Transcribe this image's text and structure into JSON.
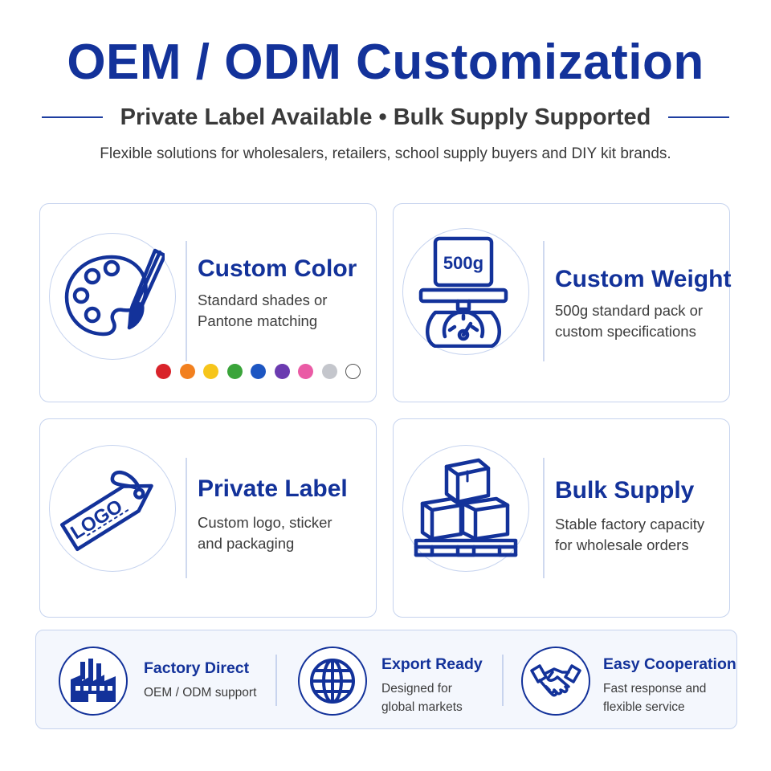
{
  "header": {
    "title": "OEM / ODM Customization",
    "subtitle": "Private Label Available • Bulk Supply Supported",
    "tagline": "Flexible solutions for wholesalers, retailers, school supply buyers and DIY kit brands."
  },
  "cards": [
    {
      "title": "Custom Color",
      "desc_line1": "Standard shades or",
      "desc_line2": "Pantone matching",
      "icon": "palette-icon",
      "swatches": [
        "#d9232a",
        "#f2801f",
        "#f6c51b",
        "#3aa43a",
        "#1d56c2",
        "#6b3bb0",
        "#ea5ba5",
        "#c4c6cc",
        "#ffffff"
      ]
    },
    {
      "title": "Custom Weight",
      "desc_line1": "500g standard pack or",
      "desc_line2": "custom specifications",
      "icon": "scale-icon",
      "scale_label": "500g"
    },
    {
      "title": "Private Label",
      "desc_line1": "Custom logo, sticker",
      "desc_line2": "and packaging",
      "icon": "tag-icon",
      "tag_label": "LOGO"
    },
    {
      "title": "Bulk Supply",
      "desc_line1": "Stable factory capacity",
      "desc_line2": "for wholesale orders",
      "icon": "boxes-pallet-icon"
    }
  ],
  "features": [
    {
      "title": "Factory Direct",
      "desc_line1": "OEM / ODM support",
      "desc_line2": "",
      "icon": "factory-icon"
    },
    {
      "title": "Export Ready",
      "desc_line1": "Designed for",
      "desc_line2": "global markets",
      "icon": "globe-icon"
    },
    {
      "title": "Easy Cooperation",
      "desc_line1": "Fast response and",
      "desc_line2": "flexible service",
      "icon": "handshake-icon"
    }
  ],
  "colors": {
    "brand": "#13329a",
    "border": "#c6d3ee"
  }
}
